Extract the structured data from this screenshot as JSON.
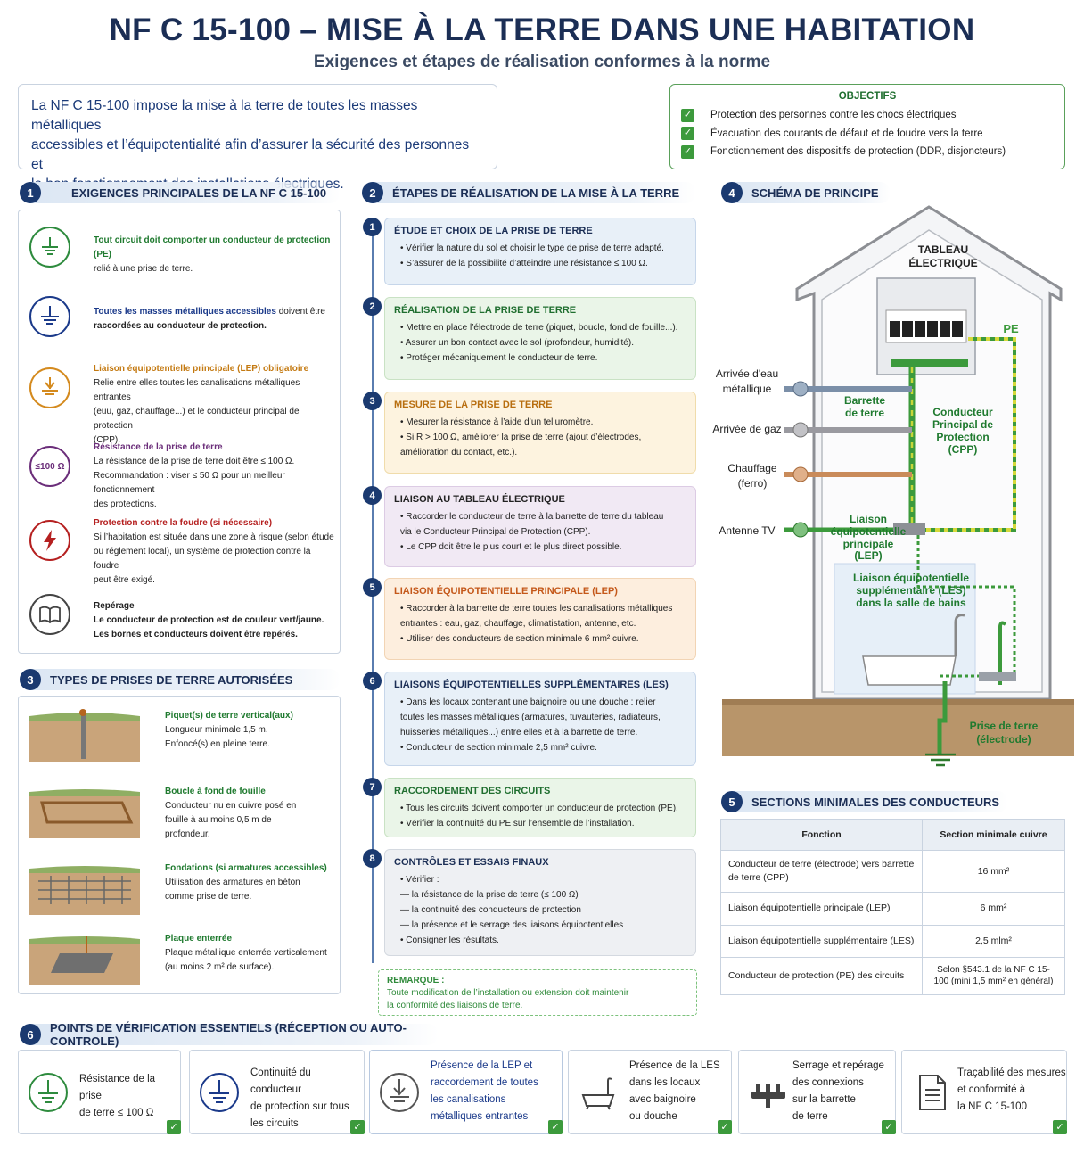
{
  "header": {
    "title": "NF C 15-100 – MISE À LA TERRE DANS UNE HABITATION",
    "subtitle": "Exigences et étapes de réalisation conformes à la norme"
  },
  "intro": {
    "lines": [
      "La NF C 15-100 impose la mise à la terre de toutes les masses métalliques",
      "accessibles et l’équipotentialité afin d’assurer la sécurité des personnes et",
      "le bon fonctionnement des installations électriques."
    ]
  },
  "objectives": {
    "title": "OBJECTIFS",
    "items": [
      "Protection des personnes contre les chocs électriques",
      "Évacuation des courants de défaut et de foudre vers la terre",
      "Fonctionnement des dispositifs de protection (DDR, disjoncteurs)"
    ]
  },
  "section1": {
    "number": "1",
    "title": "EXIGENCES PRINCIPALES DE LA NF C 15-100",
    "items": [
      {
        "head": "Tout circuit doit comporter un conducteur de protection (PE)",
        "lines": [
          "relié à une prise de terre."
        ],
        "color": "#1f7a2f",
        "icon": "earth-icon"
      },
      {
        "head": "Toutes les masses métalliques accessibles",
        "head_tail": " doivent être",
        "lines": [
          "raccordées au conducteur de protection."
        ],
        "color": "#1b3a8a",
        "icon": "earth-plug-icon"
      },
      {
        "head": "Liaison équipotentielle principale (LEP) obligatoire",
        "lines": [
          "Relie entre elles toutes les canalisations métalliques entrantes",
          "(euu, gaz, chauffage...) et le conducteur principal de protection",
          "(CPP)."
        ],
        "color": "#c47a12",
        "icon": "bonding-icon"
      },
      {
        "head": "Résistance de la prise de terre",
        "lines": [
          "La résistance de la prise de terre doit être ≤ 100 Ω.",
          "Recommandation : viser ≤ 50 Ω pour un meilleur fonctionnement",
          "des protections."
        ],
        "color": "#6b2e7a",
        "icon": "resistance-icon",
        "icon_text": "≤100 Ω"
      },
      {
        "head": "Protection contre la foudre (si nécessaire)",
        "lines": [
          "Si l’habitation est située dans une zone à risque (selon étude",
          "ou réglement local), un système de protection contre la foudre",
          "peut être exigé."
        ],
        "color": "#b52020",
        "icon": "lightning-icon"
      },
      {
        "head": "Repérage",
        "lines": [
          "Le conducteur de protection est de couleur vert/jaune.",
          "Les bornes et conducteurs doivent être repérés."
        ],
        "color": "#222222",
        "icon": "book-icon"
      }
    ]
  },
  "section2": {
    "number": "2",
    "title": "ÉTAPES DE RÉALISATION DE LA MISE À LA TERRE",
    "steps": [
      {
        "n": "1",
        "title": "ÉTUDE ET CHOIX DE LA PRISE DE TERRE",
        "lines": [
          "• Vérifier la nature du sol et choisir le type de prise de terre adapté.",
          "• S’assurer de la possibilité d’atteindre une résistance ≤ 100 Ω."
        ]
      },
      {
        "n": "2",
        "title": "RÉALISATION DE LA PRISE DE TERRE",
        "lines": [
          "• Mettre en place l’électrode de terre (piquet, boucle, fond de fouille...).",
          "• Assurer un bon contact avec le sol (profondeur, humidité).",
          "• Protéger mécaniquement le conducteur de terre."
        ]
      },
      {
        "n": "3",
        "title": "MESURE DE LA PRISE DE TERRE",
        "lines": [
          "• Mesurer la résistance à l’aide d’un telluromètre.",
          "• Si R > 100 Ω, améliorer la prise de terre (ajout d’électrodes,",
          "   amélioration du contact, etc.)."
        ]
      },
      {
        "n": "4",
        "title": "LIAISON AU TABLEAU ÉLECTRIQUE",
        "lines": [
          "• Raccorder le conducteur de terre à la barrette de terre du tableau",
          "   via le Conducteur Principal de Protection (CPP).",
          "• Le CPP doit être le plus court et le plus direct possible."
        ]
      },
      {
        "n": "5",
        "title": "LIAISON ÉQUIPOTENTIELLE PRINCIPALE (LEP)",
        "lines": [
          "• Raccorder à la barrette de terre toutes les canalisations métalliques",
          "   entrantes : eau, gaz, chauffage, climatistation, antenne, etc.",
          "• Utiliser des conducteurs de section minimale 6 mm² cuivre."
        ]
      },
      {
        "n": "6",
        "title": "LIAISONS ÉQUIPOTENTIELLES SUPPLÉMENTAIRES (LES)",
        "lines": [
          "• Dans les locaux contenant une baignoire ou une douche : relier",
          "   toutes les masses métalliques (armatures, tuyauteries, radiateurs,",
          "   huisseries métalliques...) entre elles et à la barrette de terre.",
          "• Conducteur de section minimale 2,5 mm² cuivre."
        ]
      },
      {
        "n": "7",
        "title": "RACCORDEMENT DES CIRCUITS",
        "lines": [
          "• Tous les circuits doivent comporter un conducteur de protection (PE).",
          "• Vérifier la continuité du PE sur l’ensemble de l’installation."
        ]
      },
      {
        "n": "8",
        "title": "CONTRÔLES ET ESSAIS FINAUX",
        "lines": [
          "• Vérifier :",
          "   — la résistance de la prise de terre (≤ 100 Ω)",
          "   — la continuité des conducteurs de protection",
          "   — la présence et le serrage des liaisons équipotentielles",
          "• Consigner les résultats."
        ]
      }
    ],
    "remark_title": "REMARQUE :",
    "remark_lines": [
      "Toute modification de l’installation ou extension doit maintenir",
      "la conformité des liaisons de terre."
    ]
  },
  "section3": {
    "number": "3",
    "title": "TYPES DE PRISES DE TERRE AUTORISÉES",
    "items": [
      {
        "head": "Piquet(s) de terre vertical(aux)",
        "lines": [
          "Longueur minimale 1,5 m.",
          "Enfoncé(s) en pleine terre."
        ]
      },
      {
        "head": "Boucle à fond de fouille",
        "lines": [
          "Conducteur nu en cuivre posé en",
          "fouille à au moins 0,5 m de",
          "profondeur."
        ]
      },
      {
        "head": "Fondations (si armatures accessibles)",
        "lines": [
          "Utilisation des armatures en béton",
          "comme prise de terre."
        ]
      },
      {
        "head": "Plaque enterrée",
        "lines": [
          "Plaque métallique enterrée verticalement",
          "(au moins 2 m² de surface)."
        ]
      }
    ]
  },
  "section4": {
    "number": "4",
    "title": "SCHÉMA DE PRINCIPE",
    "labels": {
      "tableau1": "TABLEAU",
      "tableau2": "ÉLECTRIQUE",
      "pe": "PE",
      "eau1": "Arrivée d'eau",
      "eau2": "métallique",
      "gaz": "Arrivée de gaz",
      "chauffage1": "Chauffage",
      "chauffage2": "(ferro)",
      "antenne": "Antenne TV",
      "barrette1": "Barrette",
      "barrette2": "de terre",
      "cpp1": "Conducteur",
      "cpp2": "Principal de",
      "cpp3": "Protection",
      "cpp4": "(CPP)",
      "lep1": "Liaison",
      "lep2": "équipotentielle",
      "lep3": "principale",
      "lep4": "(LEP)",
      "les1": "Liaison équipotentielle",
      "les2": "supplémentaire (LES)",
      "les3": "dans la salle de bains",
      "prise1": "Prise de terre",
      "prise2": "(électrode)"
    }
  },
  "section5": {
    "number": "5",
    "title": "SECTIONS MINIMALES DES CONDUCTEURS",
    "headers": [
      "Fonction",
      "Section minimale cuivre"
    ],
    "rows": [
      [
        "Conducteur de terre (électrode) vers barrette de terre (CPP)",
        "16 mm²"
      ],
      [
        "Liaison équipotentielle principale (LEP)",
        "6 mm²"
      ],
      [
        "Liaison équipotentielle supplémentaire (LES)",
        "2,5 mlm²"
      ],
      [
        "Conducteur de protection (PE) des circuits",
        "Selon §543.1 de la NF C 15-100 (mini 1,5 mm² en général)"
      ]
    ]
  },
  "section6": {
    "number": "6",
    "title": "POINTS DE VÉRIFICATION ESSENTIELS (RÉCEPTION OU AUTO-CONTROLE)",
    "items": [
      {
        "lines": [
          "Résistance de la prise",
          "de terre ≤ 100 Ω"
        ],
        "icon": "earth-icon"
      },
      {
        "lines": [
          "Continuité du conducteur",
          "de protection sur tous",
          "les circuits"
        ],
        "icon": "earth-plug-icon"
      },
      {
        "lines": [
          "Présence de la LEP et",
          "raccordement de toutes",
          "les canalisations",
          "métalliques entrantes"
        ],
        "icon": "bonding-icon"
      },
      {
        "lines": [
          "Présence de la LES",
          "dans les locaux",
          "avec baignoire",
          "ou douche"
        ],
        "icon": "bathtub-icon"
      },
      {
        "lines": [
          "Serrage et repérage",
          "des connexions",
          "sur la barrette",
          "de terre"
        ],
        "icon": "terminal-bar-icon"
      },
      {
        "lines": [
          "Traçabilité des mesures",
          "et conformité à",
          "la NF C 15-100"
        ],
        "icon": "document-icon"
      }
    ]
  },
  "colors": {
    "navy": "#1b2e55",
    "green": "#1f7a2f",
    "ground": "#b8956a"
  }
}
